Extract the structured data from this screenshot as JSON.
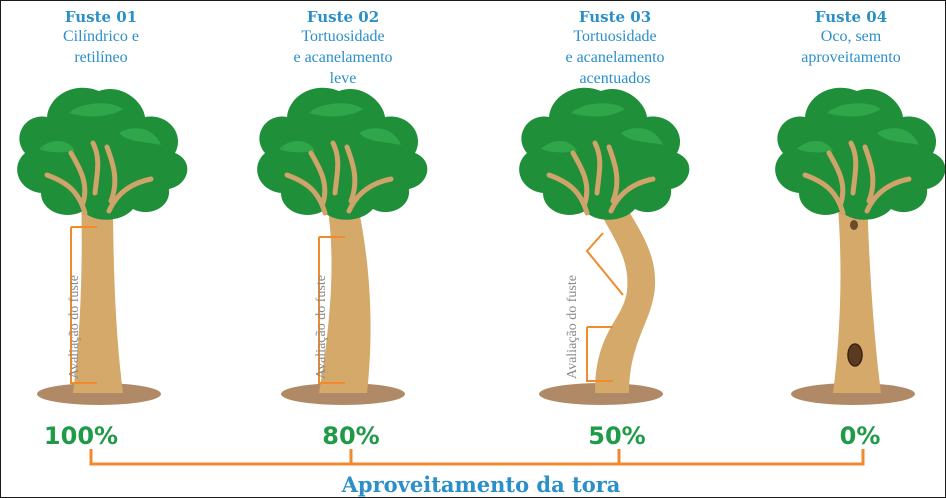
{
  "columns": [
    {
      "title": "Fuste 01",
      "desc_line1": "Cilíndrico e",
      "desc_line2": "retilíneo",
      "desc_line3": "",
      "percent": "100%",
      "measure_label": "Avaliação do fuste"
    },
    {
      "title": "Fuste 02",
      "desc_line1": "Tortuosidade",
      "desc_line2": "e acanelamento",
      "desc_line3": "leve",
      "percent": "80%",
      "measure_label": "Avaliação do fuste"
    },
    {
      "title": "Fuste 03",
      "desc_line1": "Tortuosidade",
      "desc_line2": "e acanelamento",
      "desc_line3": "acentuados",
      "percent": "50%",
      "measure_label": "Avaliação do fuste"
    },
    {
      "title": "Fuste 04",
      "desc_line1": "Oco, sem",
      "desc_line2": "aproveitamento",
      "desc_line3": "",
      "percent": "0%",
      "measure_label": ""
    }
  ],
  "axis_label": "Aproveitamento da tora",
  "colors": {
    "title_blue": "#2b8fc8",
    "percent_green": "#1f9a46",
    "bracket_orange": "#f08a2c",
    "foliage_green": "#1f8f3a",
    "trunk_tan": "#d4a96a",
    "ground_brown": "#b08a66",
    "measure_orange": "#f08a2c"
  }
}
